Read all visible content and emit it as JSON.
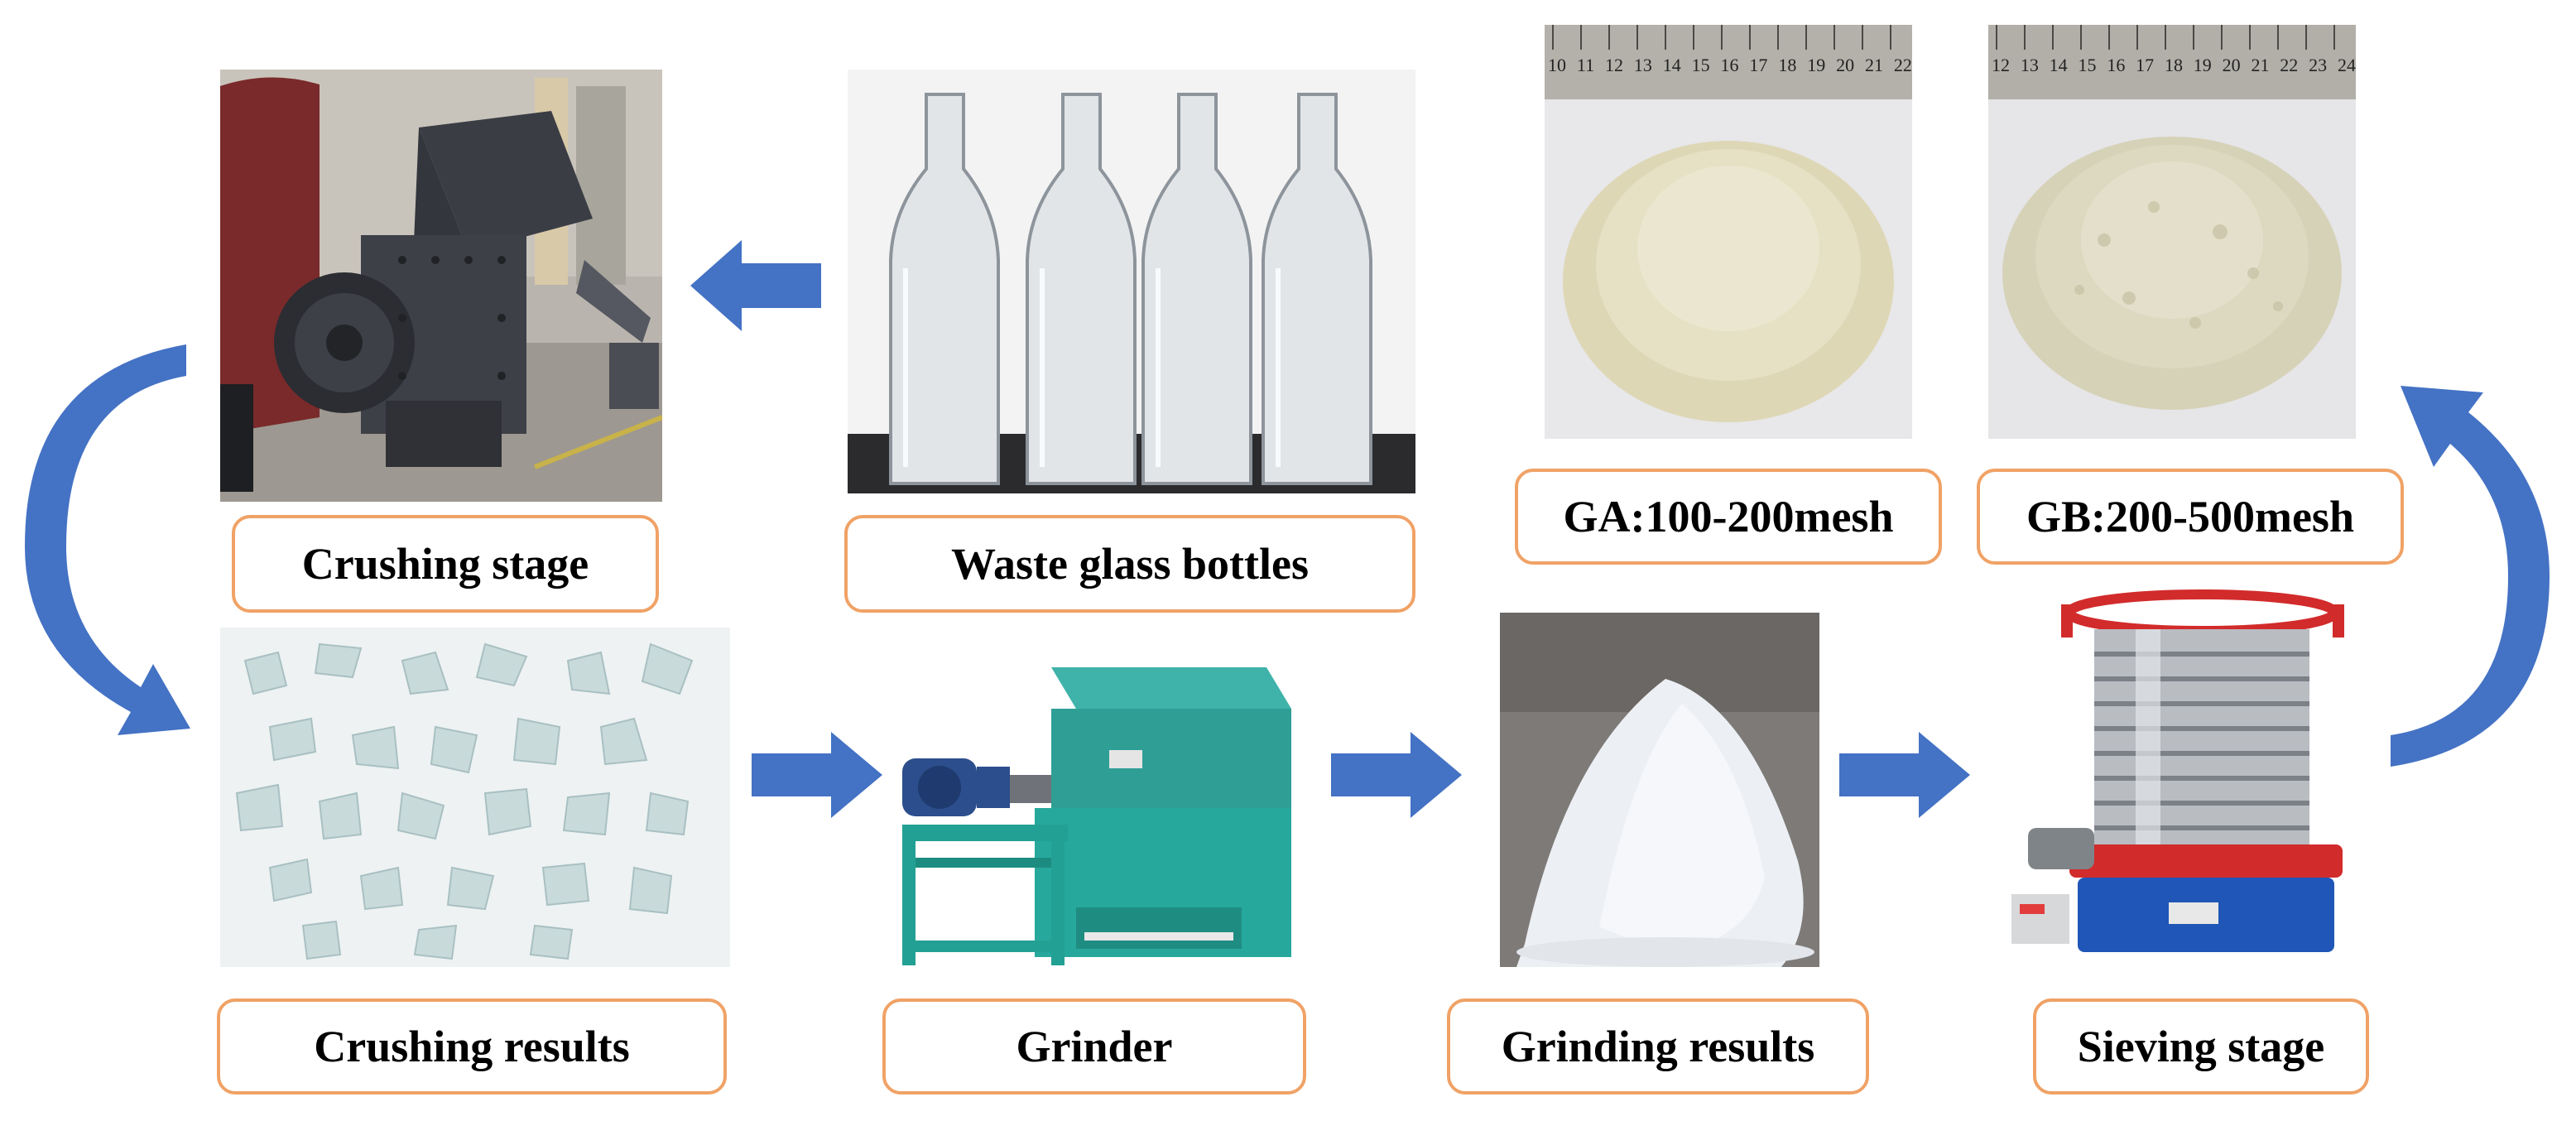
{
  "labels": {
    "crushing_stage": "Crushing stage",
    "waste_glass_bottles": "Waste glass bottles",
    "ga": "GA:100-200mesh",
    "gb": "GB:200-500mesh",
    "crushing_results": "Crushing results",
    "grinder": "Grinder",
    "grinding_results": "Grinding results",
    "sieving_stage": "Sieving stage"
  },
  "rulers": {
    "ga": [
      "10",
      "11",
      "12",
      "13",
      "14",
      "15",
      "16",
      "17",
      "18",
      "19",
      "20",
      "21",
      "22"
    ],
    "gb": [
      "12",
      "13",
      "14",
      "15",
      "16",
      "17",
      "18",
      "19",
      "20",
      "21",
      "22",
      "23",
      "24"
    ]
  },
  "colors": {
    "arrow_fill": "#4472c4",
    "label_border": "#f0a266",
    "label_text": "#000000"
  },
  "icons": [
    "process-arrow-icon",
    "curved-arrow-icon"
  ]
}
